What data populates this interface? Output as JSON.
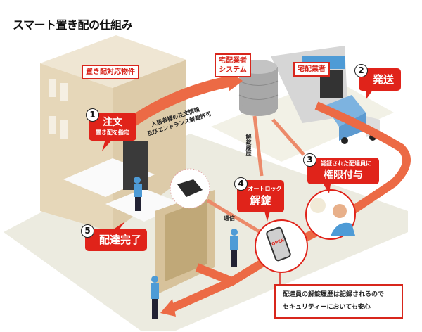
{
  "title": "スマート置き配の仕組み",
  "labels": {
    "building": "置き配対応物件",
    "system_line1": "宅配業者",
    "system_line2": "システム",
    "carrier": "宅配業者",
    "order_info_line1": "入居者様の注文情報",
    "order_info_line2": "及びエントランス解錠許可",
    "unlock_history": "解錠履歴",
    "communication": "通信",
    "phone_screen": "OPEN"
  },
  "steps": [
    {
      "number": "1",
      "title": "注文",
      "subtitle": "置き配を指定"
    },
    {
      "number": "2",
      "title": "発送"
    },
    {
      "number": "3",
      "subtitle": "認証された配達員に",
      "title": "権限付与"
    },
    {
      "number": "4",
      "subtitle": "オートロック",
      "title": "解錠"
    },
    {
      "number": "5",
      "title": "配達完了"
    }
  ],
  "note": {
    "line1": "配達員の解錠履歴は記録されるので",
    "line2": "セキュリティーにおいても安心"
  },
  "colors": {
    "accent": "#e0231a",
    "arrow": "#ec6a45",
    "building": "#e8dcc4",
    "ground": "#ecebe0"
  }
}
